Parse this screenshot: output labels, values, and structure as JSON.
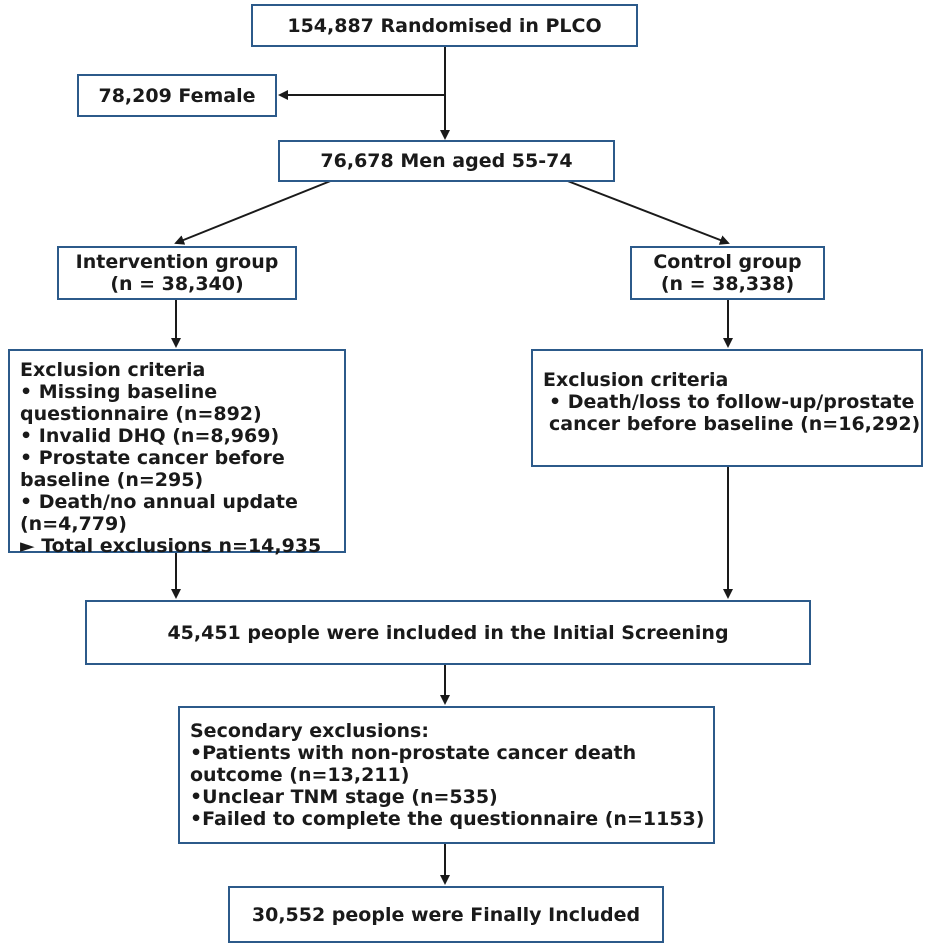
{
  "nodes": {
    "randomised": "154,887 Randomised in PLCO",
    "female": "78,209 Female",
    "men": "76,678 Men aged 55-74",
    "intervention": {
      "title": "Intervention group",
      "n": "(n = 38,340)"
    },
    "control": {
      "title": "Control group",
      "n": "(n = 38,338)"
    },
    "intervention_exclusion": {
      "lines": [
        "Exclusion criteria",
        "• Missing baseline",
        "questionnaire (n=892)",
        "• Invalid DHQ (n=8,969)",
        "• Prostate cancer before",
        "baseline (n=295)",
        "• Death/no annual update",
        "(n=4,779)",
        "► Total exclusions n=14,935"
      ]
    },
    "control_exclusion": {
      "lines": [
        "Exclusion criteria",
        "• Death/loss to follow-up/prostate",
        "cancer before baseline (n=16,292)"
      ]
    },
    "initial_screening": "45,451 people were included in the Initial Screening",
    "secondary_exclusion": {
      "lines": [
        "Secondary exclusions:",
        "•Patients with non-prostate cancer death",
        "outcome (n=13,211)",
        "•Unclear TNM stage (n=535)",
        "•Failed to complete the questionnaire (n=1153)"
      ]
    },
    "final": "30,552 people were Finally Included"
  },
  "colors": {
    "border": "#2c5a8a",
    "arrow": "#1a1a1a",
    "text": "#1a1a1a"
  }
}
